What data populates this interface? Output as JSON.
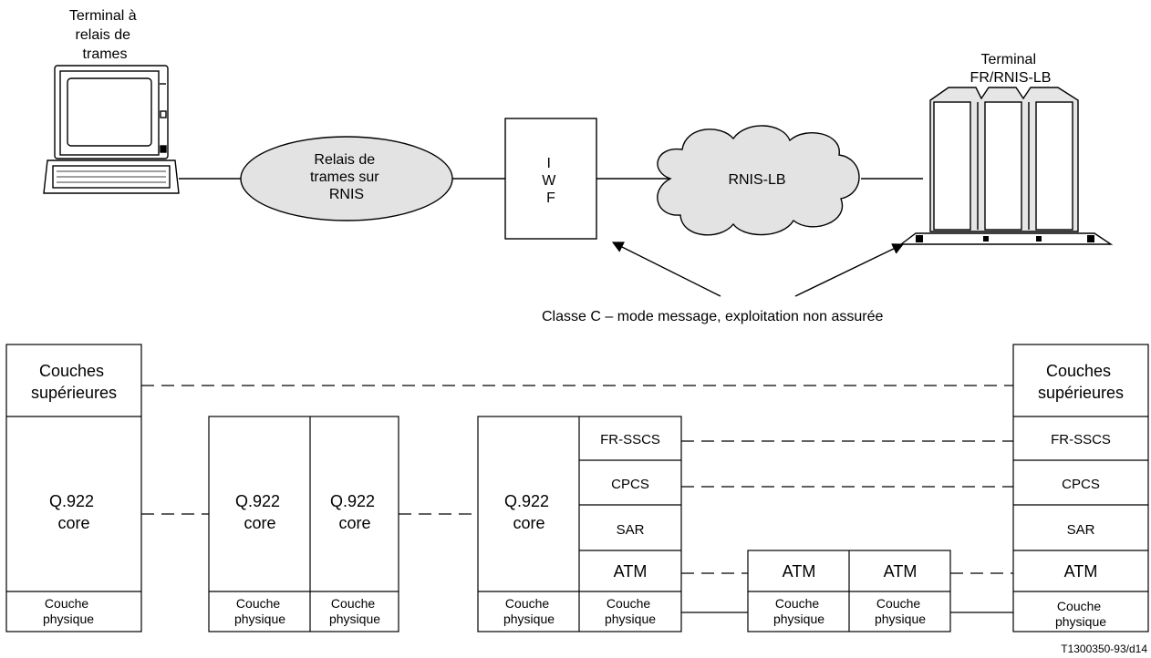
{
  "top": {
    "terminal_left_label": [
      "Terminal à",
      "relais de",
      "trames"
    ],
    "terminal_right_label": [
      "Terminal",
      "FR/RNIS-LB"
    ],
    "network_fr_label": [
      "Relais de",
      "trames sur",
      "RNIS"
    ],
    "iwf_label": [
      "I",
      "W",
      "F"
    ],
    "cloud_label": "RNIS-LB",
    "classe_label": "Classe C – mode message, exploitation non assurée"
  },
  "stacks": {
    "upper_layers": [
      "Couches",
      "supérieures"
    ],
    "q922_core": [
      "Q.922",
      "core"
    ],
    "physical": [
      "Couche",
      "physique"
    ],
    "fr_sscs": "FR-SSCS",
    "cpcs": "CPCS",
    "sar": "SAR",
    "atm": "ATM"
  },
  "figure_ref": "T1300350-93/d14"
}
